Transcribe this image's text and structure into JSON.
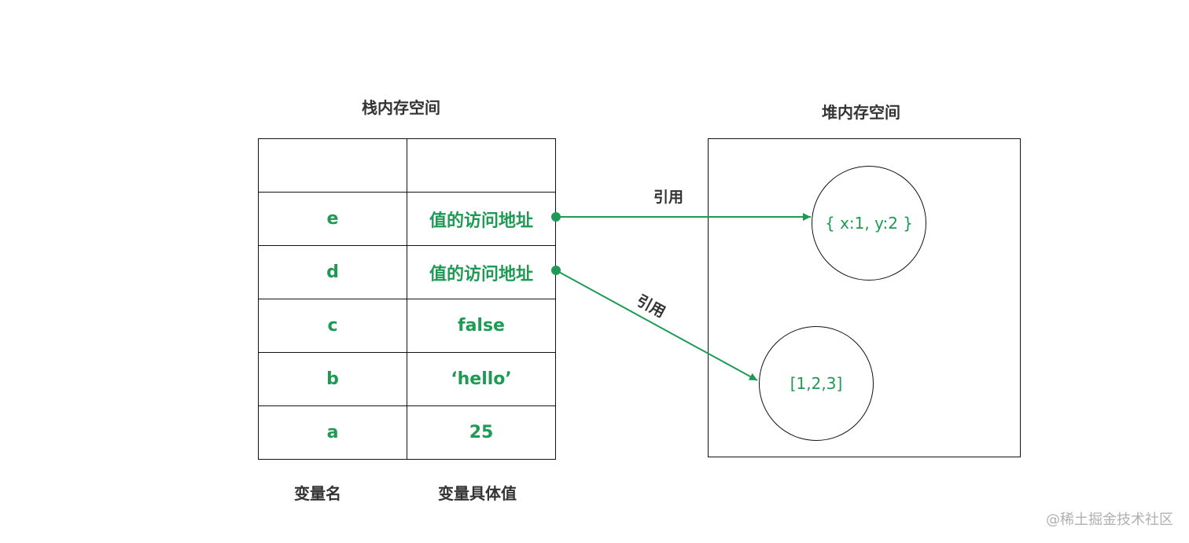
{
  "stack": {
    "title": "栈内存空间",
    "rows": [
      {
        "name": "",
        "value": ""
      },
      {
        "name": "e",
        "value": "值的访问地址"
      },
      {
        "name": "d",
        "value": "值的访问地址"
      },
      {
        "name": "c",
        "value": "false"
      },
      {
        "name": "b",
        "value": "‘hello’"
      },
      {
        "name": "a",
        "value": "25"
      }
    ],
    "col_name_label": "变量名",
    "col_value_label": "变量具体值"
  },
  "heap": {
    "title": "堆内存空间",
    "object": "{ x:1, y:2 }",
    "array": "[1,2,3]"
  },
  "references": {
    "label_1": "引用",
    "label_2": "引用"
  },
  "colors": {
    "accent": "#1e9a55",
    "border": "#111111"
  },
  "watermark": "@稀土掘金技术社区"
}
